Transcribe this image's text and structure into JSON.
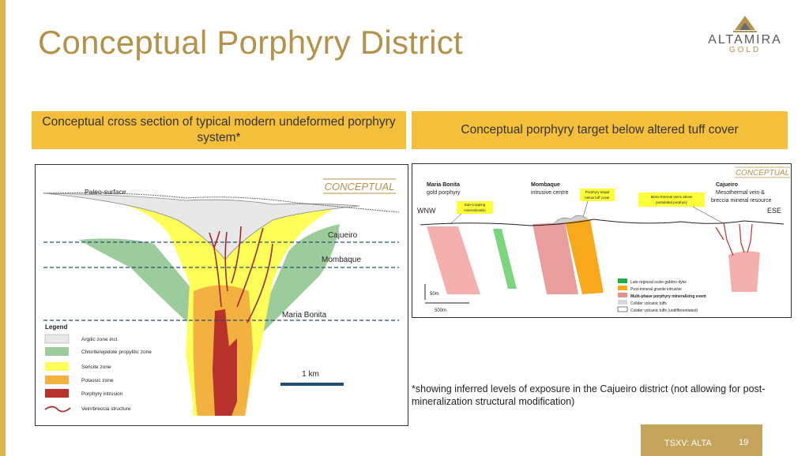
{
  "slide": {
    "title": "Conceptual Porphyry District",
    "page_number": "19",
    "ticker": "TSXV: ALTA"
  },
  "logo": {
    "name": "ALTAMIRA",
    "sub": "GOLD"
  },
  "left_header": "Conceptual cross section of typical modern undeformed porphyry system*",
  "right_header": "Conceptual porphyry target below altered tuff cover",
  "left_diagram": {
    "stamp": "CONCEPTUAL",
    "paleo_surface": "Paleo-surface",
    "levels": [
      "Cajueiro",
      "Mombaque",
      "Maria Bonita"
    ],
    "scale": "1 km",
    "legend_title": "Legend",
    "legend": [
      {
        "label": "Argilic zone incl.",
        "color": "#e8e8e8"
      },
      {
        "label": "Chlorite/epidote propylitic zone",
        "color": "#9ccc9c"
      },
      {
        "label": "Sericite zone",
        "color": "#ffff5a"
      },
      {
        "label": "Potassic zone",
        "color": "#f3b23f"
      },
      {
        "label": "Porphyry intrusion",
        "color": "#b8322c"
      },
      {
        "label": "Vein/breccia structure",
        "color": "#a8262a"
      }
    ]
  },
  "right_diagram": {
    "stamp": "CONCEPTUAL",
    "wnw": "WNW",
    "ese": "ESE",
    "locations": [
      {
        "name": "Maria Bonita",
        "desc": "gold porphyry"
      },
      {
        "name": "Mombaque",
        "desc": "intrusive centre"
      },
      {
        "name": "Cajueiro",
        "desc": "Mesothermal vein &",
        "desc2": "breccia mineral resource"
      }
    ],
    "callouts": [
      "Sub-cropping",
      "mineralization",
      "Porphyry target",
      "below tuff cover",
      "Meso-thermal veins above",
      "postulated porphyry"
    ],
    "scale_v": "50m",
    "scale_h": "500m",
    "legend": [
      {
        "label": "Late regional scale gabbro dyke",
        "color": "#1fae3f"
      },
      {
        "label": "Post-mineral granite intrusive",
        "color": "#f7a81b"
      },
      {
        "label": "Multi-phase porphyry mineralizing event",
        "color": "#e98f8c"
      },
      {
        "label": "Colider volcanic tuffs",
        "color": "#d9d9d9"
      },
      {
        "label": "Colider volcanic tuffs (undifferentiated)",
        "color": "#ffffff"
      }
    ]
  },
  "footnote": "*showing inferred levels of exposure in the Cajueiro district (not allowing for post-mineralization structural modification)"
}
